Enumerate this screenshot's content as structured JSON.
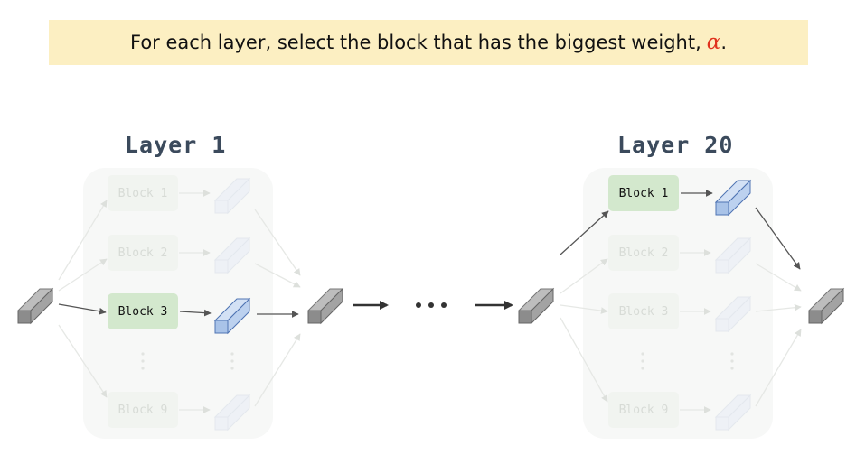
{
  "banner": {
    "text": "For each layer, select the block that has the biggest weight,",
    "alpha": "α",
    "period": "."
  },
  "layer1": {
    "title": "Layer 1",
    "blocks": [
      "Block 1",
      "Block 2",
      "Block 3",
      "Block 9"
    ],
    "selected_block": "Block 3"
  },
  "layer20": {
    "title": "Layer 20",
    "blocks": [
      "Block 1",
      "Block 2",
      "Block 3",
      "Block 9"
    ],
    "selected_block": "Block 1"
  },
  "ellipsis": "•••",
  "colors": {
    "banner_bg": "#fcefc2",
    "alpha": "#e0321e",
    "selected_block": "#d3e8cd",
    "tensor_gray": "#8a8a8a",
    "tensor_blue": "#a9c3e8"
  }
}
